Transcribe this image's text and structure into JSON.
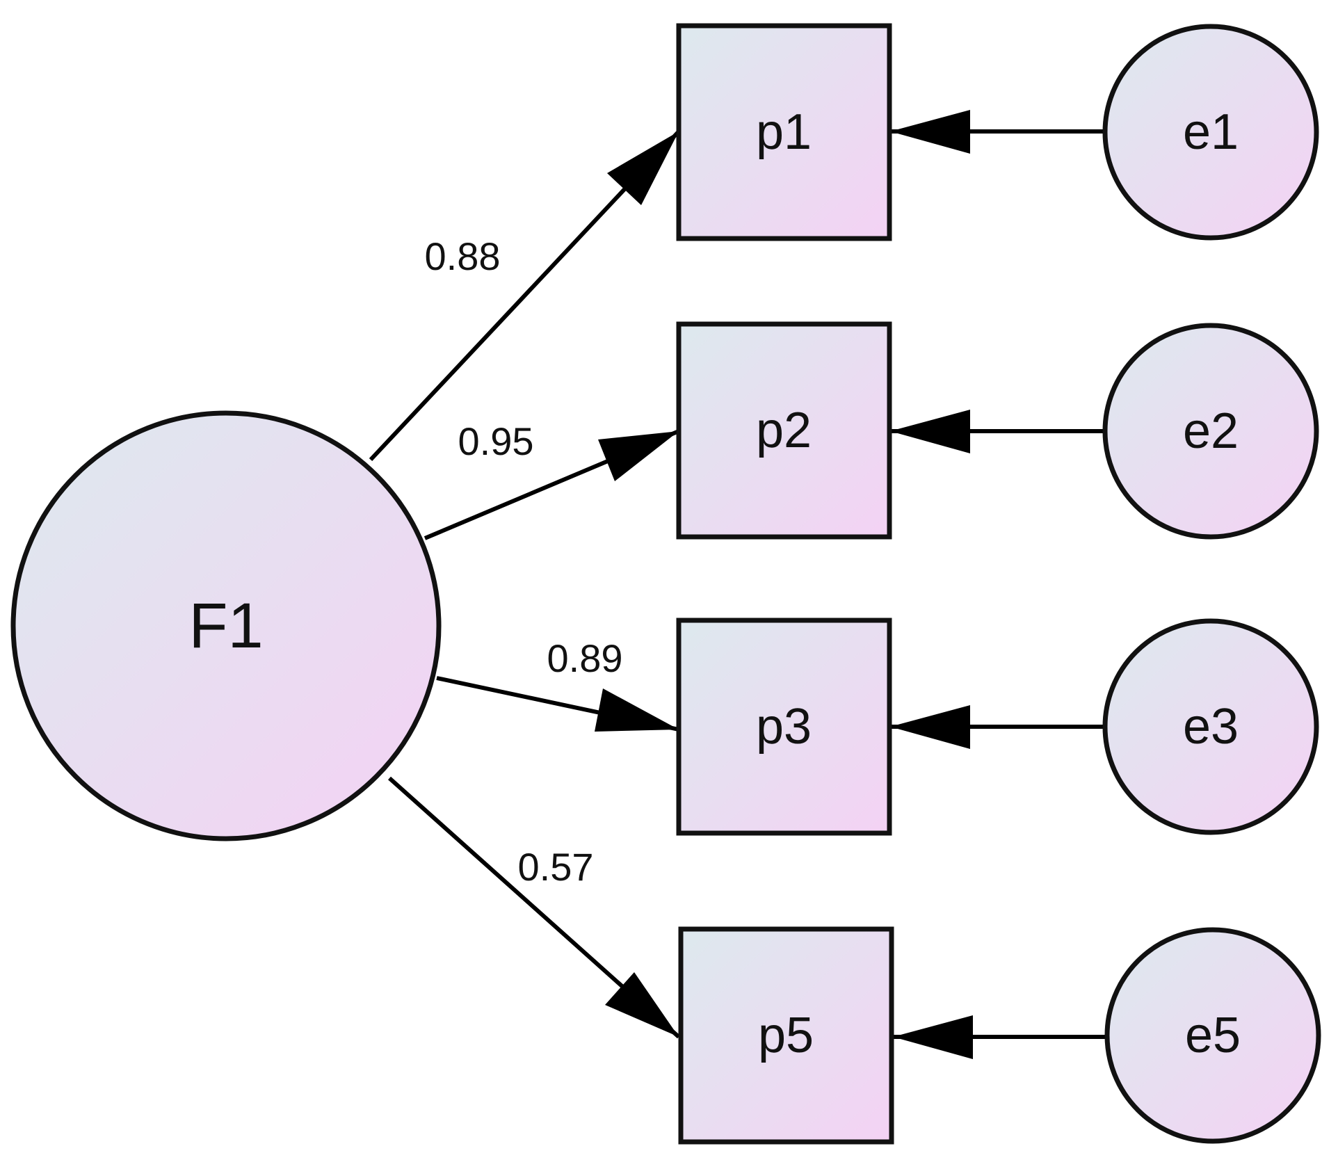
{
  "colors": {
    "fill_start": "#dde9ee",
    "fill_end": "#f4d2f4",
    "stroke": "#111111",
    "background": "#ffffff"
  },
  "diagram": {
    "latent": {
      "label": "F1"
    },
    "indicators": [
      {
        "label": "p1",
        "loading": "0.88",
        "error": "e1"
      },
      {
        "label": "p2",
        "loading": "0.95",
        "error": "e2"
      },
      {
        "label": "p3",
        "loading": "0.89",
        "error": "e3"
      },
      {
        "label": "p5",
        "loading": "0.57",
        "error": "e5"
      }
    ]
  }
}
